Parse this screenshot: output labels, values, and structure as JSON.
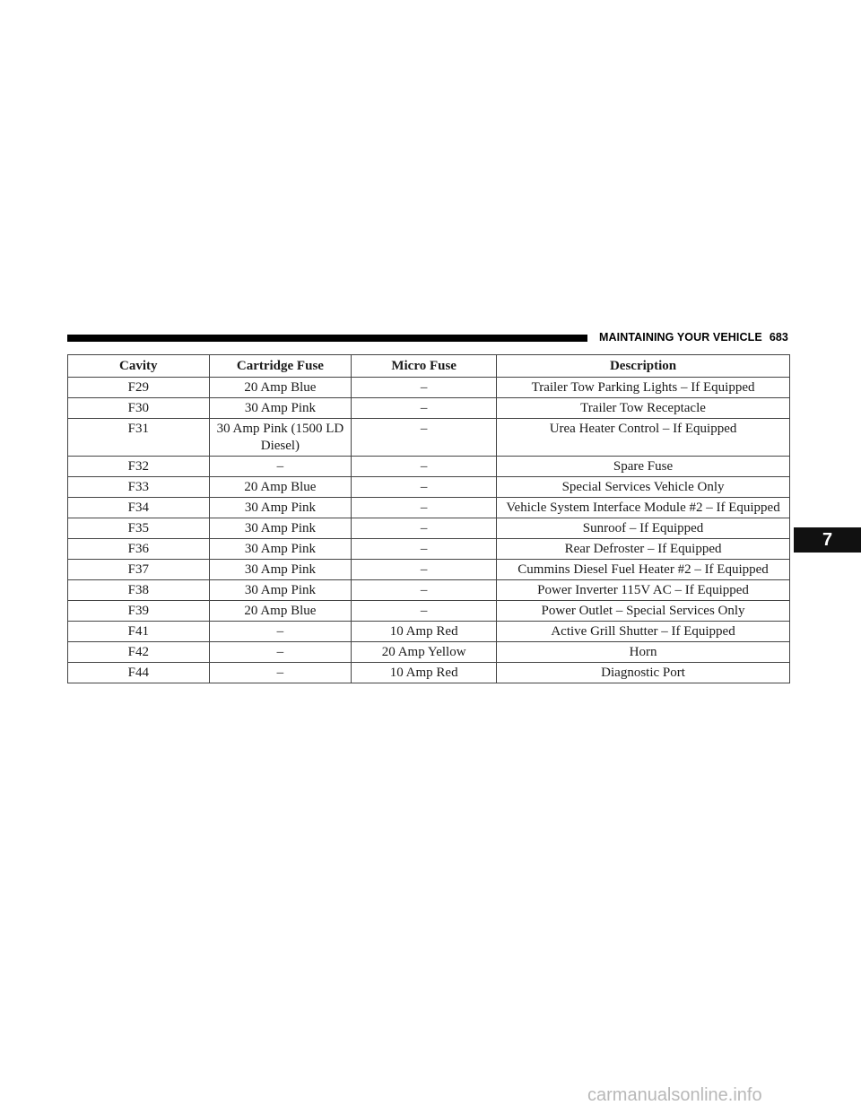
{
  "header": {
    "section_title": "MAINTAINING YOUR VEHICLE",
    "page_number": "683"
  },
  "table": {
    "columns": [
      "Cavity",
      "Cartridge Fuse",
      "Micro Fuse",
      "Description"
    ],
    "rows": [
      {
        "cavity": "F29",
        "cartridge": "20 Amp Blue",
        "micro": "–",
        "description": "Trailer Tow Parking Lights – If Equipped"
      },
      {
        "cavity": "F30",
        "cartridge": "30 Amp Pink",
        "micro": "–",
        "description": "Trailer Tow Receptacle"
      },
      {
        "cavity": "F31",
        "cartridge": "30 Amp Pink (1500 LD Diesel)",
        "micro": "–",
        "description": "Urea Heater Control – If Equipped"
      },
      {
        "cavity": "F32",
        "cartridge": "–",
        "micro": "–",
        "description": "Spare Fuse"
      },
      {
        "cavity": "F33",
        "cartridge": "20 Amp Blue",
        "micro": "–",
        "description": "Special Services Vehicle Only"
      },
      {
        "cavity": "F34",
        "cartridge": "30 Amp Pink",
        "micro": "–",
        "description": "Vehicle System Interface Module #2 – If Equipped"
      },
      {
        "cavity": "F35",
        "cartridge": "30 Amp Pink",
        "micro": "–",
        "description": "Sunroof – If Equipped"
      },
      {
        "cavity": "F36",
        "cartridge": "30 Amp Pink",
        "micro": "–",
        "description": "Rear Defroster – If Equipped"
      },
      {
        "cavity": "F37",
        "cartridge": "30 Amp Pink",
        "micro": "–",
        "description": "Cummins Diesel Fuel Heater #2 – If Equipped"
      },
      {
        "cavity": "F38",
        "cartridge": "30 Amp Pink",
        "micro": "–",
        "description": "Power Inverter 115V AC – If Equipped"
      },
      {
        "cavity": "F39",
        "cartridge": "20 Amp Blue",
        "micro": "–",
        "description": "Power Outlet – Special Services Only"
      },
      {
        "cavity": "F41",
        "cartridge": "–",
        "micro": "10 Amp Red",
        "description": "Active Grill Shutter – If Equipped"
      },
      {
        "cavity": "F42",
        "cartridge": "–",
        "micro": "20 Amp Yellow",
        "description": "Horn"
      },
      {
        "cavity": "F44",
        "cartridge": "–",
        "micro": "10 Amp Red",
        "description": "Diagnostic Port"
      }
    ]
  },
  "chapter_tab": "7",
  "watermark": "carmanualsonline.info"
}
